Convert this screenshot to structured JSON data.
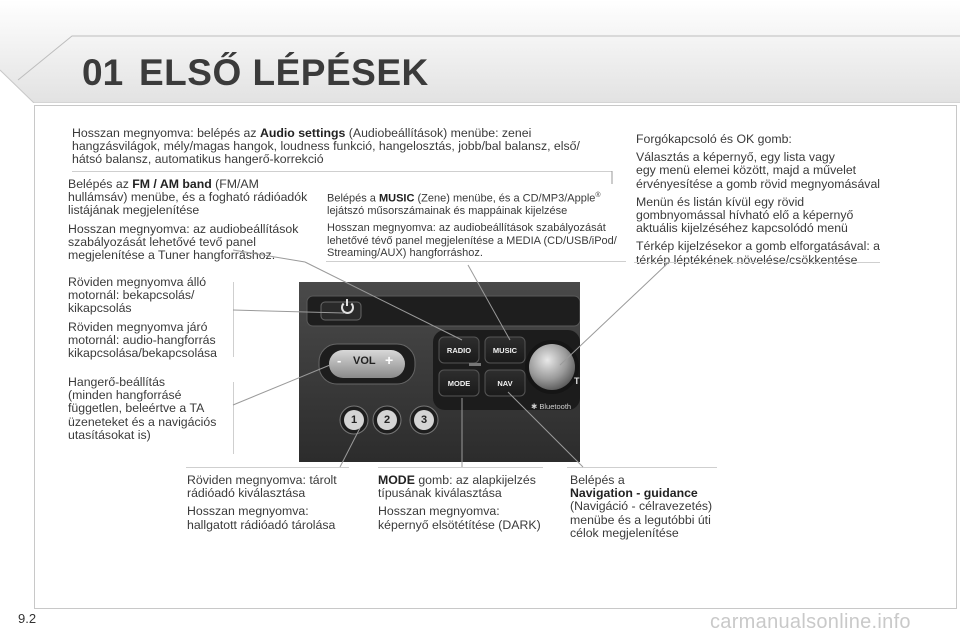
{
  "header": {
    "chapter": "01",
    "title": "ELSŐ LÉPÉSEK"
  },
  "top_center": {
    "p1_prefix": "Hosszan megnyomva: belépés az ",
    "p1_bold": "Audio settings",
    "p1_line1_suffix": " (Audiobeállítások) menübe: zenei",
    "p1_line2": "hangzásvilágok, mély/magas hangok, loudness funkció, hangelosztás, jobb/bal balansz, első/",
    "p1_line3": "hátsó balansz, automatikus hangerő-korrekció"
  },
  "fm_am": {
    "l1_prefix": "Belépés az ",
    "l1_bold": "FM / AM band",
    "l1_suffix": " (FM/AM",
    "l2": "hullámsáv) menübe, és a fogható rádióadók",
    "l3": "listájának megjelenítése",
    "p2_l1": "Hosszan megnyomva: az audiobeállítások",
    "p2_l2": "szabályozását lehetővé tevő panel",
    "p2_l3": "megjelenítése a Tuner hangforráshoz."
  },
  "music": {
    "l1_prefix": "Belépés a ",
    "l1_bold": "MUSIC",
    "l1_suffix": " (Zene) menübe, és a CD/MP3/Apple",
    "l1_sup": "®",
    "l2": "lejátszó műsorszámainak és mappáinak kijelzése",
    "p2_l1": "Hosszan megnyomva: az audiobeállítások szabályozását",
    "p2_l2": "lehetővé tévő panel megjelenítése a MEDIA (CD/USB/iPod/",
    "p2_l3": "Streaming/AUX) hangforráshoz."
  },
  "right_top": {
    "p1": "Forgókapcsoló és OK gomb:",
    "p2_l1": "Választás a képernyő, egy lista vagy",
    "p2_l2": "egy menü elemei között, majd a művelet",
    "p2_l3": "érvényesítése a gomb rövid megnyomásával",
    "p3_l1": "Menün és listán kívül egy rövid",
    "p3_l2": "gombnyomással hívható elő a képernyő",
    "p3_l3": "aktuális kijelzéséhez kapcsolódó menü",
    "p4_l1": "Térkép kijelzésekor a gomb elforgatásával: a",
    "p4_l2": "térkép léptékének növelése/csökkentése"
  },
  "power": {
    "p1_l1": "Röviden megnyomva álló",
    "p1_l2": "motornál: bekapcsolás/",
    "p1_l3": "kikapcsolás",
    "p2_l1": "Röviden megnyomva járó",
    "p2_l2": "motornál: audio-hangforrás",
    "p2_l3": "kikapcsolása/bekapcsolása"
  },
  "volume": {
    "l1": "Hangerő-beállítás",
    "l2": "(minden hangforrásé",
    "l3": "független, beleértve a TA",
    "l4": "üzeneteket és a navigációs",
    "l5": "utasításokat is)"
  },
  "presets": {
    "p1_l1": "Röviden megnyomva: tárolt",
    "p1_l2": "rádióadó kiválasztása",
    "p2_l1": "Hosszan megnyomva:",
    "p2_l2": "hallgatott rádióadó tárolása"
  },
  "mode": {
    "l1_bold": "MODE",
    "l1_suffix": " gomb: az alapkijelzés",
    "l2": "típusának kiválasztása",
    "p2_l1": "Hosszan megnyomva:",
    "p2_l2": "képernyő elsötétítése (DARK)"
  },
  "nav": {
    "l1": "Belépés a",
    "l2_bold": "Navigation - guidance",
    "l3": "(Navigáció - célravezetés)",
    "l4": "menübe és a legutóbbi úti",
    "l5": "célok megjelenítése"
  },
  "device": {
    "vol_label": "VOL",
    "vol_minus": "-",
    "vol_plus": "+",
    "btn_radio": "RADIO",
    "btn_music": "MUSIC",
    "btn_mode": "MODE",
    "btn_nav": "NAV",
    "bluetooth": "Bluetooth",
    "preset1": "1",
    "preset2": "2",
    "preset3": "3",
    "partial_letter": "T"
  },
  "footer": {
    "page": "9.2",
    "watermark": "carmanualsonline.info"
  },
  "colors": {
    "header_gradient_start": "#e9e9e9",
    "header_gradient_end": "#ffffff",
    "device_body": "#3a3a3a",
    "device_button": "#232323",
    "text": "#3a3a3a"
  }
}
